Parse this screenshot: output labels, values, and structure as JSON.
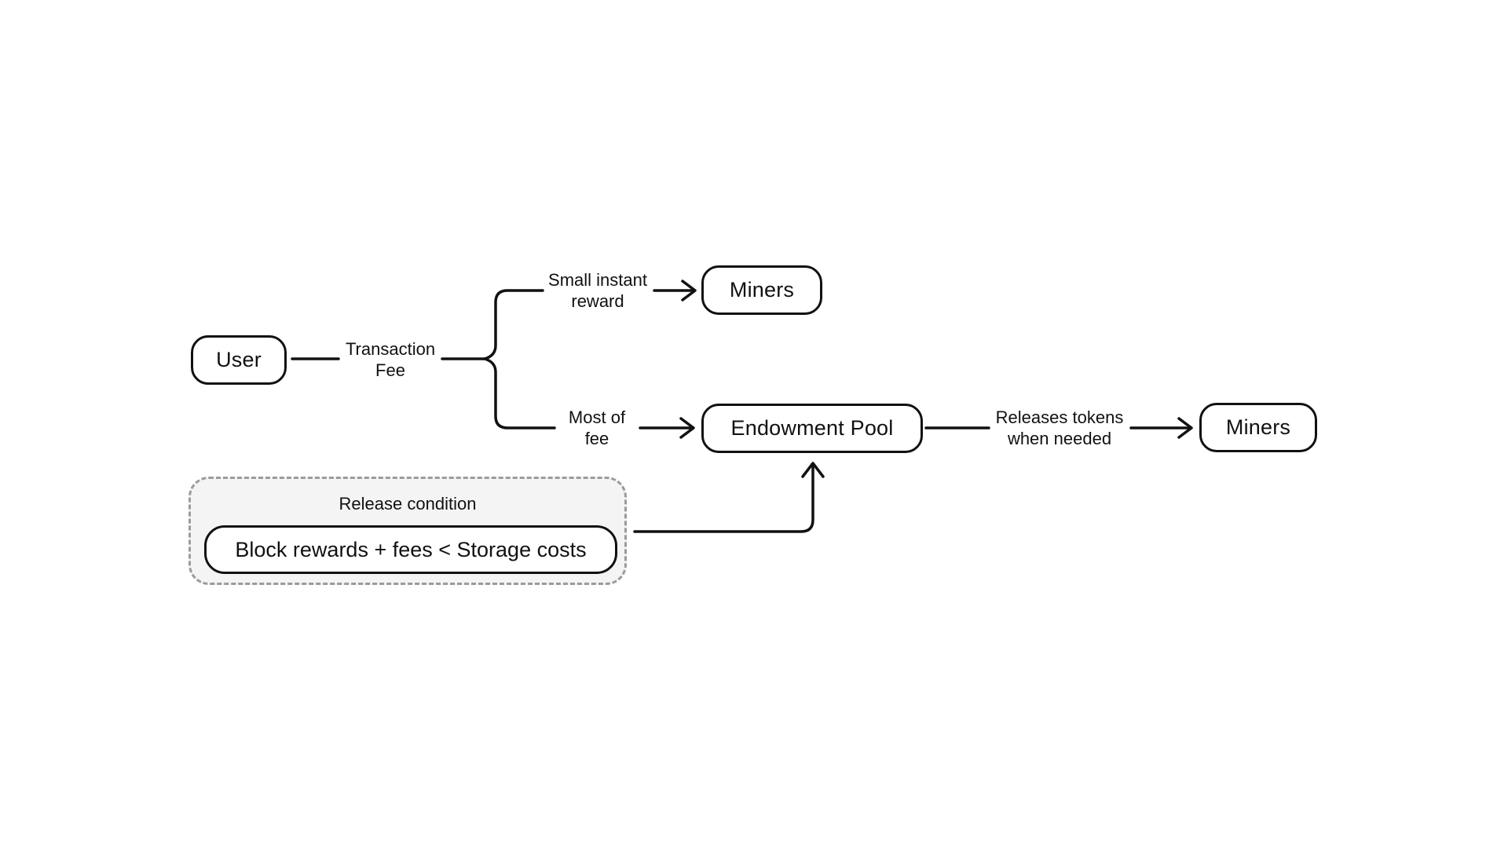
{
  "colors": {
    "background": "#ffffff",
    "stroke": "#111111",
    "node_fill": "#ffffff",
    "group_fill": "#f4f4f4",
    "group_border": "#9b9b9b"
  },
  "nodes": {
    "user": {
      "label": "User"
    },
    "miners_top": {
      "label": "Miners"
    },
    "endowment_pool": {
      "label": "Endowment Pool"
    },
    "miners_right": {
      "label": "Miners"
    },
    "release_condition": {
      "title": "Release condition",
      "condition": "Block rewards + fees < Storage costs"
    }
  },
  "edges": {
    "transaction_fee": {
      "label": "Transaction\nFee"
    },
    "small_instant_reward": {
      "label": "Small instant\nreward"
    },
    "most_of_fee": {
      "label": "Most of\nfee"
    },
    "releases_tokens": {
      "label": "Releases tokens\nwhen needed"
    }
  }
}
